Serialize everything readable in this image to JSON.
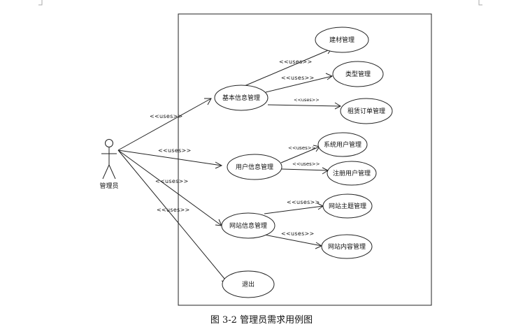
{
  "actor": {
    "label": "管理员"
  },
  "use_cases": {
    "basic_info": "基本信息管理",
    "materials": "建材管理",
    "types": "类型管理",
    "rental_orders": "租赁订单管理",
    "user_info": "用户信息管理",
    "system_users": "系统用户管理",
    "registered_users": "注册用户管理",
    "site_info": "网站信息管理",
    "site_theme": "网站主题管理",
    "site_content": "网站内容管理",
    "logout": "退出"
  },
  "stereotype": "<<uses>>",
  "caption": "图 3-2 管理员需求用例图"
}
